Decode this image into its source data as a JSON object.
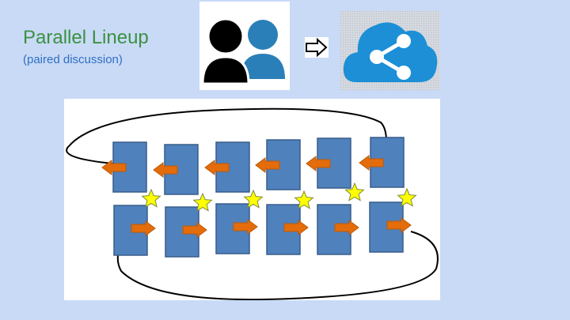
{
  "header": {
    "title": "Parallel Lineup",
    "subtitle": "(paired discussion)"
  },
  "icons": {
    "people": "two-people-icon",
    "arrow": "right-arrow-icon",
    "share": "cloud-share-icon"
  },
  "diagram": {
    "columns": 6,
    "rows": 2,
    "top_row_direction": "left",
    "bottom_row_direction": "right",
    "colors": {
      "card": "#4f81bd",
      "card_border": "#385d8a",
      "arrow": "#e46c0a",
      "star": "#ffff00",
      "loop": "#000000"
    }
  },
  "colors": {
    "background": "#c9daf6",
    "title": "#3b9142",
    "subtitle": "#2e6fc4",
    "share_blue": "#1c8fd6"
  }
}
